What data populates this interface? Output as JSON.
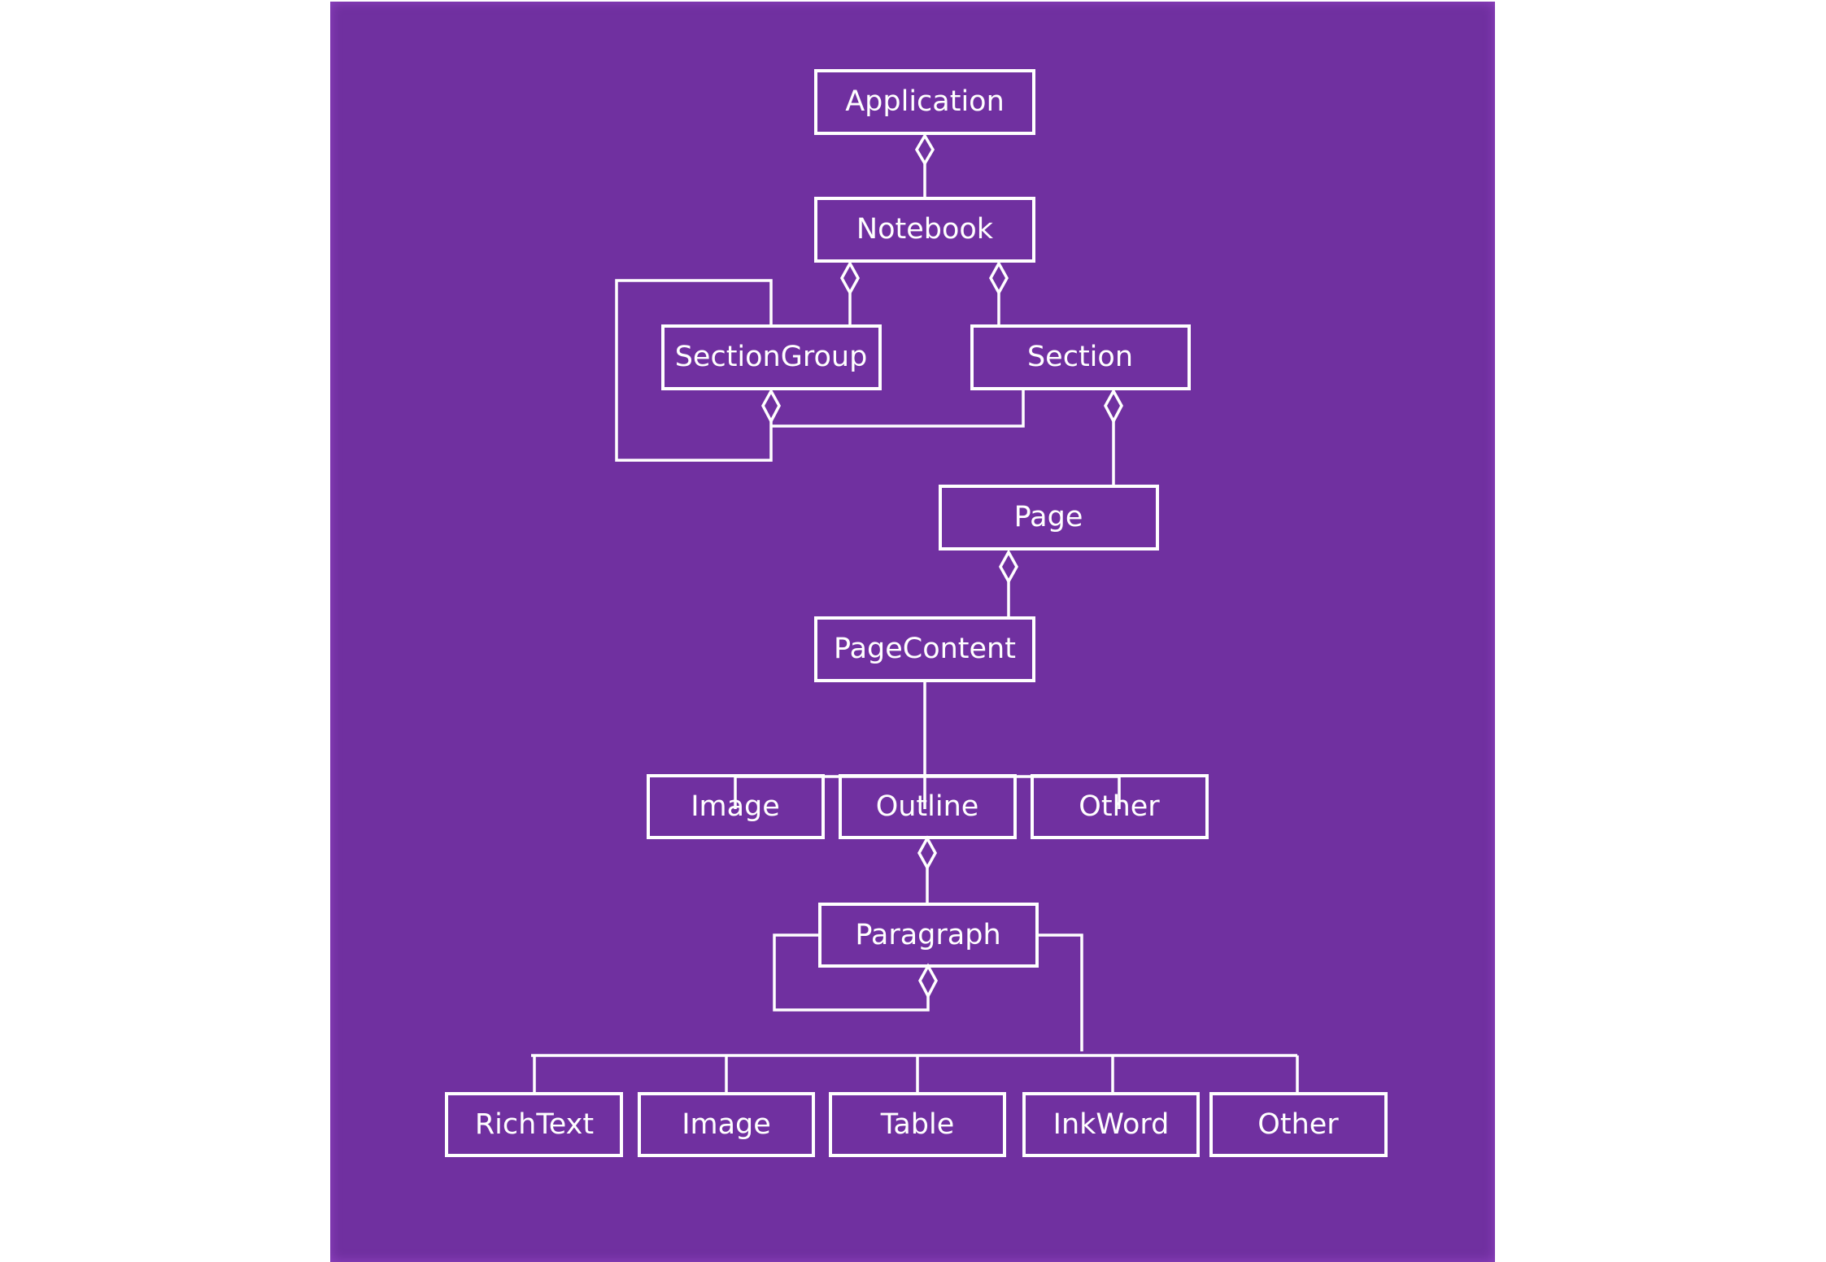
{
  "colors": {
    "background": "#7030a0",
    "stroke": "#ffffff",
    "text": "#ffffff"
  },
  "nodes": {
    "application": "Application",
    "notebook": "Notebook",
    "section_group": "SectionGroup",
    "section": "Section",
    "page": "Page",
    "page_content": "PageContent",
    "image": "Image",
    "outline": "Outline",
    "other": "Other",
    "paragraph": "Paragraph",
    "rich_text": "RichText",
    "paragraph_image": "Image",
    "table": "Table",
    "ink_word": "InkWord",
    "paragraph_other": "Other"
  }
}
